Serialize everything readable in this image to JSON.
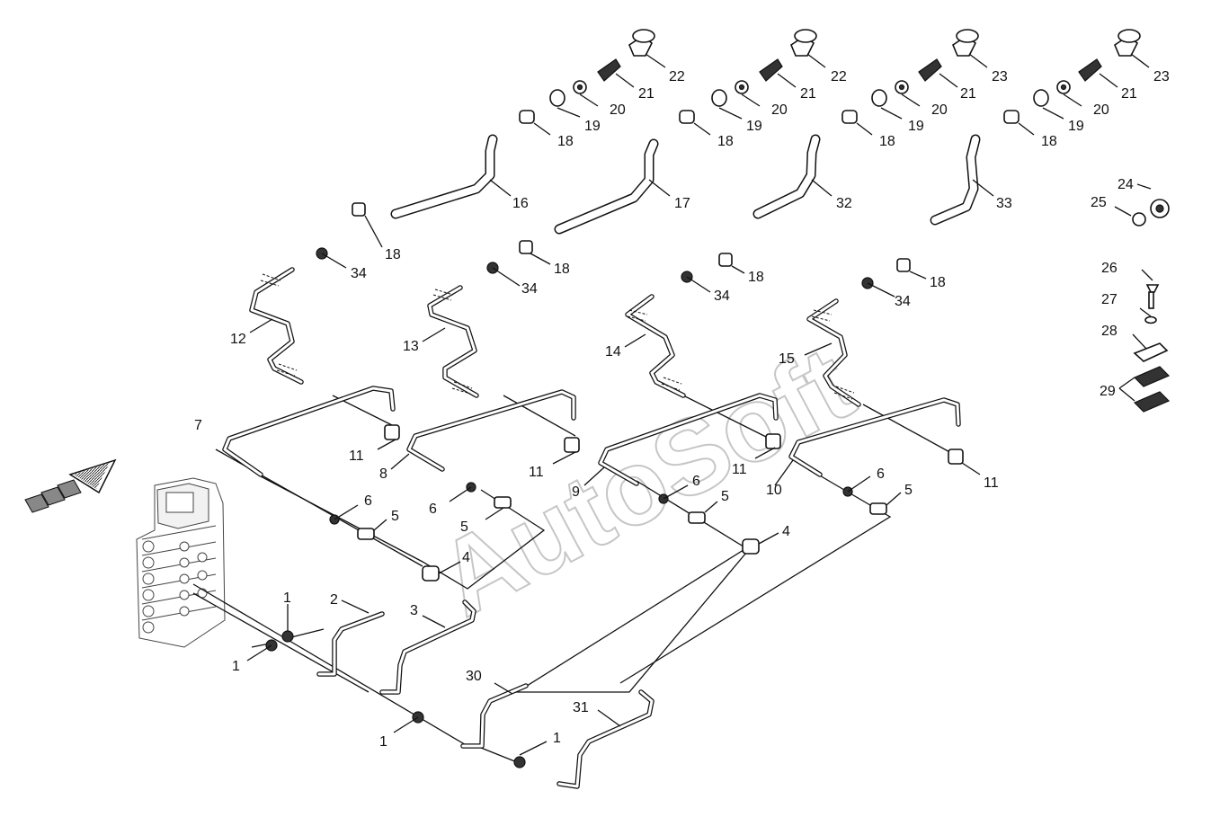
{
  "watermark": "AutoSoft",
  "labels": [
    "1",
    "1",
    "1",
    "1",
    "2",
    "3",
    "4",
    "4",
    "5",
    "5",
    "5",
    "5",
    "6",
    "6",
    "6",
    "6",
    "7",
    "8",
    "9",
    "10",
    "11",
    "11",
    "11",
    "11",
    "12",
    "13",
    "14",
    "15",
    "16",
    "17",
    "32",
    "33",
    "18",
    "18",
    "18",
    "18",
    "18",
    "18",
    "18",
    "18",
    "19",
    "19",
    "19",
    "19",
    "20",
    "20",
    "20",
    "20",
    "21",
    "21",
    "21",
    "21",
    "22",
    "22",
    "23",
    "23",
    "24",
    "25",
    "26",
    "27",
    "28",
    "29",
    "30",
    "31",
    "34",
    "34",
    "34",
    "34"
  ]
}
